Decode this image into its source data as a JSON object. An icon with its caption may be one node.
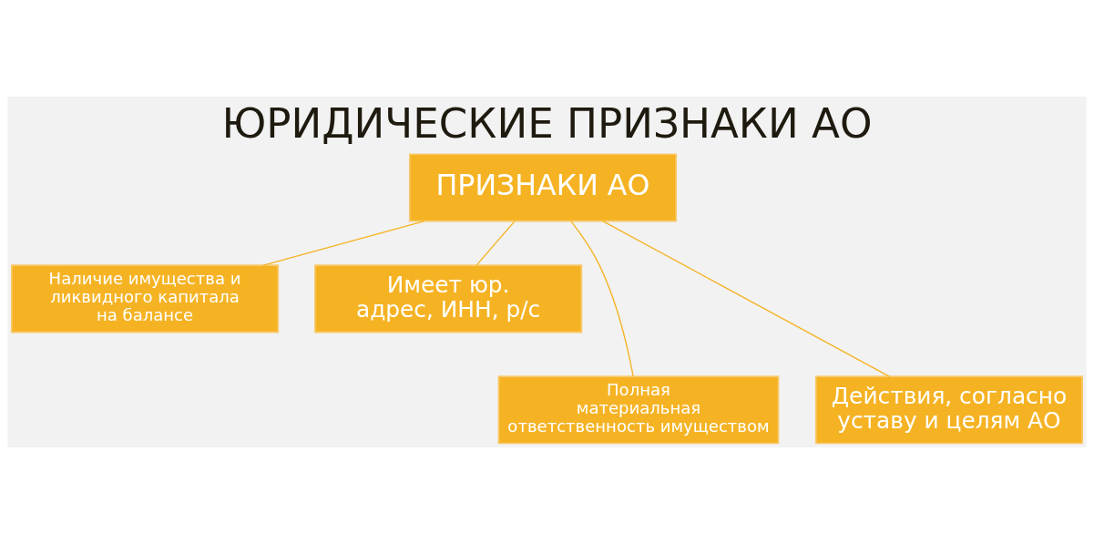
{
  "diagram": {
    "title": "ЮРИДИЧЕСКИЕ ПРИЗНАКИ АО",
    "nodes": [
      {
        "text": [
          "ПРИЗНАКИ АО"
        ]
      },
      {
        "text": [
          "Наличие имущества и ликвидного капитала на балансе"
        ]
      },
      {
        "text": [
          "Имеет юр. адрес, ИНН, р/с"
        ]
      },
      {
        "text": [
          "Полная материальная ответственность имуществом"
        ]
      },
      {
        "text": [
          "Действия, согласно уставу и целям АО"
        ]
      }
    ],
    "edges": [
      {
        "from": 0,
        "to": 1,
        "arrow": "none"
      },
      {
        "from": 0,
        "to": 3,
        "arrow": "none"
      },
      {
        "from": 0,
        "to": 4,
        "arrow": "none"
      },
      {
        "from": 0,
        "to": 2,
        "arrow": "none"
      }
    ]
  }
}
